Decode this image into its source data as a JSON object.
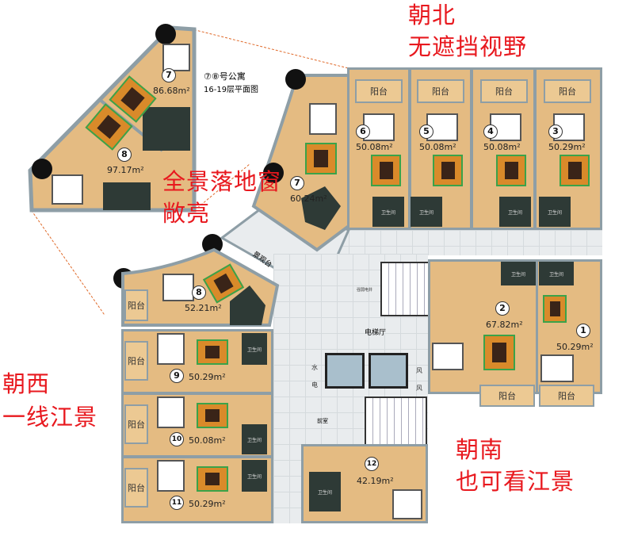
{
  "inset": {
    "title": "⑦⑧号公寓",
    "subtitle": "16-19层平面图",
    "units": [
      {
        "num": "7",
        "area": "86.68m²"
      },
      {
        "num": "8",
        "area": "97.17m²"
      }
    ]
  },
  "units": [
    {
      "num": "1",
      "area": "50.29m²"
    },
    {
      "num": "2",
      "area": "67.82m²"
    },
    {
      "num": "3",
      "area": "50.29m²"
    },
    {
      "num": "4",
      "area": "50.08m²"
    },
    {
      "num": "5",
      "area": "50.08m²"
    },
    {
      "num": "6",
      "area": "50.08m²"
    },
    {
      "num": "7",
      "area": "60.24m²"
    },
    {
      "num": "8",
      "area": "52.21m²"
    },
    {
      "num": "9",
      "area": "50.29m²"
    },
    {
      "num": "10",
      "area": "50.08m²"
    },
    {
      "num": "11",
      "area": "50.29m²"
    },
    {
      "num": "12",
      "area": "42.19m²"
    }
  ],
  "labels": {
    "balcony": "阳台",
    "bathroom": "卫生间",
    "elevator_hall": "电梯厅",
    "viewing_deck": "景观台",
    "anteroom": "前室",
    "shaft": "强弱电井",
    "water": "水",
    "electric": "电",
    "wind": "风"
  },
  "annotations": {
    "north_1": "朝北",
    "north_2": "无遮挡视野",
    "window_1": "全景落地窗",
    "window_2": "敞亮",
    "west_1": "朝西",
    "west_2": "一线江景",
    "south_1": "朝南",
    "south_2": "也可看江景"
  },
  "colors": {
    "annotation": "#e8181e",
    "dashed_outline": "#e06a2a"
  }
}
